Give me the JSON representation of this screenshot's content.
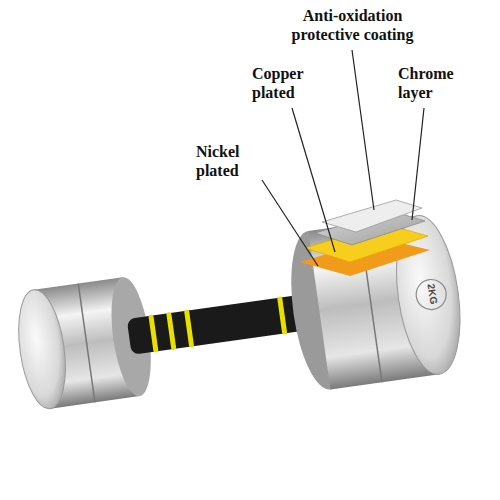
{
  "diagram": {
    "labels": [
      "Anti-oxidation protective coating",
      "Copper plated",
      "Chrome layer",
      "Nickel plated",
      "2KG"
    ]
  }
}
